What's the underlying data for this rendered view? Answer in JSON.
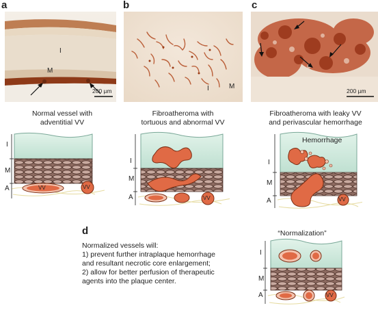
{
  "panels": {
    "a": {
      "letter": "a",
      "photo_labels": {
        "intima": "I",
        "media": "M"
      },
      "scale_bar": "200 µm",
      "caption": [
        "Normal vessel with",
        "adventitial VV"
      ],
      "diagram_labels": {
        "intima": "I",
        "media": "M",
        "adventitia": "A",
        "vv": "VV"
      }
    },
    "b": {
      "letter": "b",
      "photo_labels": {
        "intima": "I",
        "media": "M"
      },
      "caption": [
        "Fibroatheroma with",
        "tortuous and abnormal VV"
      ],
      "diagram_labels": {
        "intima": "I",
        "media": "M",
        "adventitia": "A",
        "vv": "VV"
      }
    },
    "c": {
      "letter": "c",
      "scale_bar": "200 µm",
      "caption": [
        "Fibroatheroma with leaky VV",
        "and perivascular hemorrhage"
      ],
      "diagram_labels": {
        "hemorrhage": "Hemorrhage",
        "intima": "I",
        "media": "M",
        "adventitia": "A",
        "vv": "VV"
      }
    },
    "d": {
      "letter": "d",
      "text_lines": [
        "Normalized vessels will:",
        "1) prevent further intraplaque hemorrhage",
        "and resultant necrotic core enlargement;",
        "2) allow for better perfusion of therapeutic",
        "agents into the plaque center."
      ],
      "diagram_title": "“Normalization”",
      "diagram_labels": {
        "intima": "I",
        "media": "M",
        "adventitia": "A",
        "vv": "VV"
      }
    }
  },
  "colors": {
    "intima": "#cfe9de",
    "media": "#7a5a52",
    "vessel": "#e06a45",
    "vessel_light": "#f3c2ad",
    "stain": "#b24a20"
  }
}
